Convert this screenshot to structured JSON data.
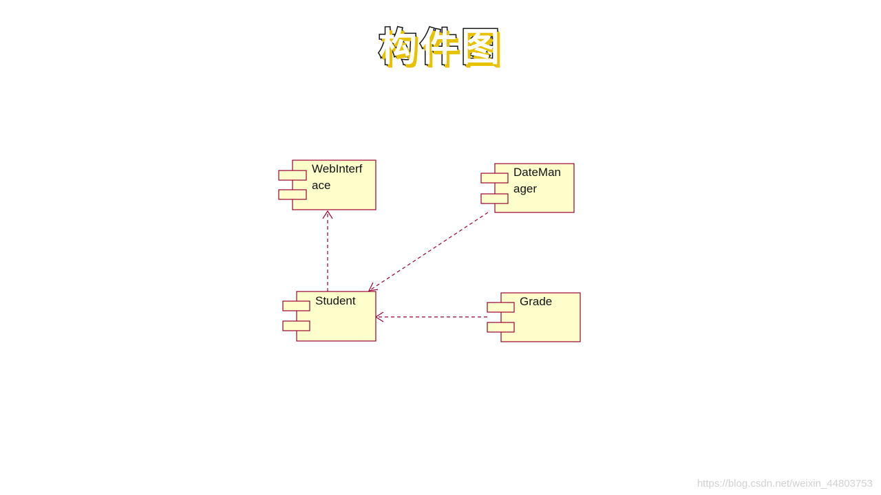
{
  "title": "构件图",
  "components": [
    {
      "id": "webinterface",
      "label_lines": [
        "WebInterf",
        "ace"
      ]
    },
    {
      "id": "datemanager",
      "label_lines": [
        "DateMan",
        "ager"
      ]
    },
    {
      "id": "student",
      "label_lines": [
        "Student"
      ]
    },
    {
      "id": "grade",
      "label_lines": [
        "Grade"
      ]
    }
  ],
  "dependencies": [
    {
      "from": "student",
      "to": "webinterface",
      "style": "dashed-arrow"
    },
    {
      "from": "datemanager",
      "to": "student",
      "style": "dashed-arrow"
    },
    {
      "from": "grade",
      "to": "student",
      "style": "dashed-arrow"
    }
  ],
  "colors": {
    "component_fill": "#ffffcc",
    "component_stroke": "#990033",
    "dependency_line": "#990033"
  },
  "watermark": "https://blog.csdn.net/weixin_44803753"
}
